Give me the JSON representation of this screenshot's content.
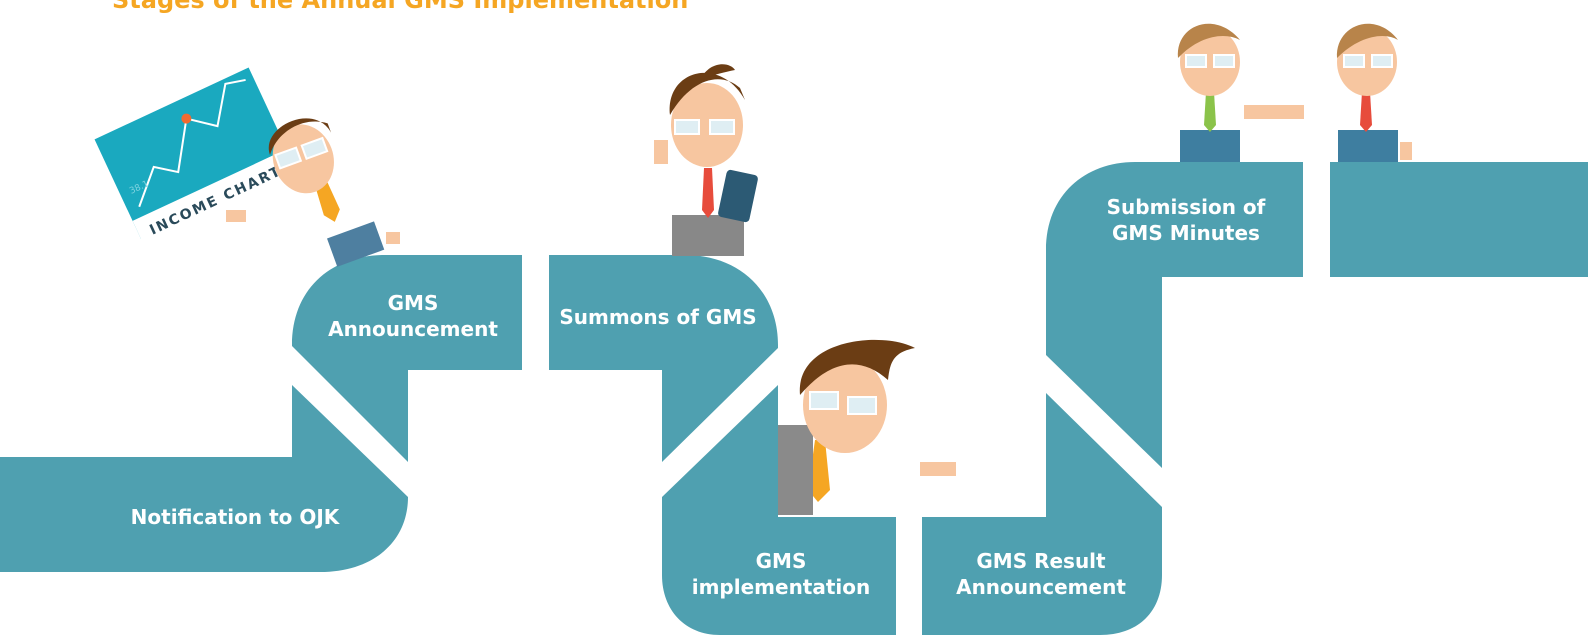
{
  "title": "Stages of the Annual GMS Implementation",
  "colors": {
    "path": "#4fa0b0",
    "title": "#f5a623",
    "board": "#1aa9bf"
  },
  "steps": [
    {
      "line1": "Notification to OJK",
      "line2": ""
    },
    {
      "line1": "GMS",
      "line2": "Announcement"
    },
    {
      "line1": "Summons of GMS",
      "line2": ""
    },
    {
      "line1": "GMS",
      "line2": "implementation"
    },
    {
      "line1": "GMS Result",
      "line2": "Announcement"
    },
    {
      "line1": "Submission of",
      "line2": "GMS Minutes"
    }
  ],
  "illustrations": {
    "chart_board": {
      "label": "INCOME CHART",
      "value": "38.1"
    }
  }
}
